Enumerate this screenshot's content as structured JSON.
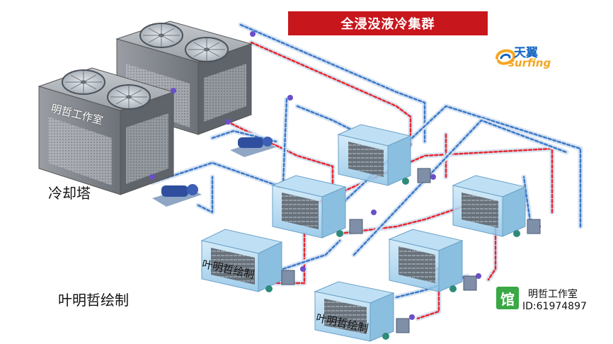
{
  "title": "全浸没液冷集群",
  "logo": {
    "text_cn": "天翼",
    "text_en": "surfing"
  },
  "labels": {
    "cooling_tower": "冷却塔",
    "author_credit": "叶明哲绘制"
  },
  "watermarks": {
    "tower": "明哲工作室",
    "tank1": "叶明哲绘制",
    "tank2": "叶明哲绘制"
  },
  "studio": {
    "stamp_char": "馆",
    "name": "明哲工作室",
    "id": "ID:61974897"
  },
  "colors": {
    "title_bg": "#c8161d",
    "hot_pipe": "#e8262d",
    "cold_pipe": "#3c78c8",
    "pipe_shell": "#d6e3f2",
    "tank_glass": "#9fd0ee",
    "tower_body": "#8a8e94",
    "pump_blue": "#2f4f9e",
    "logo_blue": "#1565c0",
    "logo_orange": "#f5a623"
  },
  "icons": [
    "fan-icon",
    "pump-icon",
    "valve-icon",
    "heat-exchanger-icon",
    "tank-icon"
  ]
}
